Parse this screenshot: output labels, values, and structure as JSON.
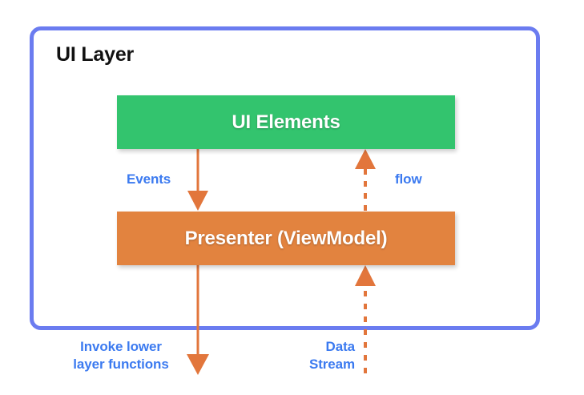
{
  "diagram": {
    "title": "UI Layer",
    "container": {
      "label": "UI Layer",
      "border_color": "#6b7cf0"
    },
    "nodes": [
      {
        "id": "ui-elements",
        "label": "UI Elements",
        "color": "#33c46e",
        "text_color": "#ffffff"
      },
      {
        "id": "presenter",
        "label": "Presenter (ViewModel)",
        "color": "#e2833f",
        "text_color": "#ffffff"
      }
    ],
    "edges": [
      {
        "id": "events",
        "label": "Events",
        "from": "ui-elements",
        "to": "presenter",
        "style": "solid",
        "direction": "down",
        "color": "#e2763c"
      },
      {
        "id": "flow",
        "label": "flow",
        "from": "presenter",
        "to": "ui-elements",
        "style": "dashed",
        "direction": "up",
        "color": "#e2763c"
      },
      {
        "id": "invoke-lower-layer-functions",
        "label": "Invoke lower\nlayer functions",
        "from": "presenter",
        "to": "lower-layer",
        "style": "solid",
        "direction": "down",
        "color": "#e2763c"
      },
      {
        "id": "data-stream",
        "label": "Data\nStream",
        "from": "lower-layer",
        "to": "presenter",
        "style": "dashed",
        "direction": "up",
        "color": "#e2763c"
      }
    ],
    "label_color": "#3b7af0"
  }
}
